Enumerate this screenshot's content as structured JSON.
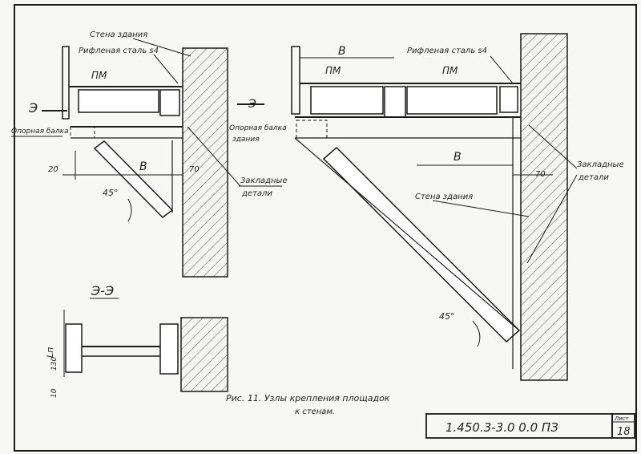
{
  "left_view": {
    "wall_label": "Стена здания",
    "plate_label": "Рифленая сталь s4",
    "pm_label": "ПМ",
    "section_marker": "Э",
    "beam_label": "Опорная балка",
    "dim_20": "20",
    "dim_b": "В",
    "dim_70": "70",
    "angle": "45°",
    "embedded_label_1": "Закладные",
    "embedded_label_2": "детали"
  },
  "right_view": {
    "dim_b_top": "В",
    "plate_label": "Рифленая сталь s4",
    "pm_left": "ПМ",
    "pm_right": "ПМ",
    "section_marker": "Э",
    "beam_label_1": "Опорная балка",
    "beam_label_2": "здания",
    "dim_b": "В",
    "dim_70": "70",
    "embedded_label_1": "Закладные",
    "embedded_label_2": "детали",
    "wall_label": "Стена здания",
    "angle": "45°"
  },
  "section_view": {
    "title": "Э-Э",
    "dim_ln": "Lп",
    "dim_130": "130",
    "dim_10": "10"
  },
  "caption": {
    "line1": "Рис. 11. Узлы крепления площадок",
    "line2": "к стенам."
  },
  "title_block": {
    "doc_code": "1.450.3-3.0  0.0 ПЗ",
    "sheet_label": "Лист",
    "sheet_no": "18"
  }
}
